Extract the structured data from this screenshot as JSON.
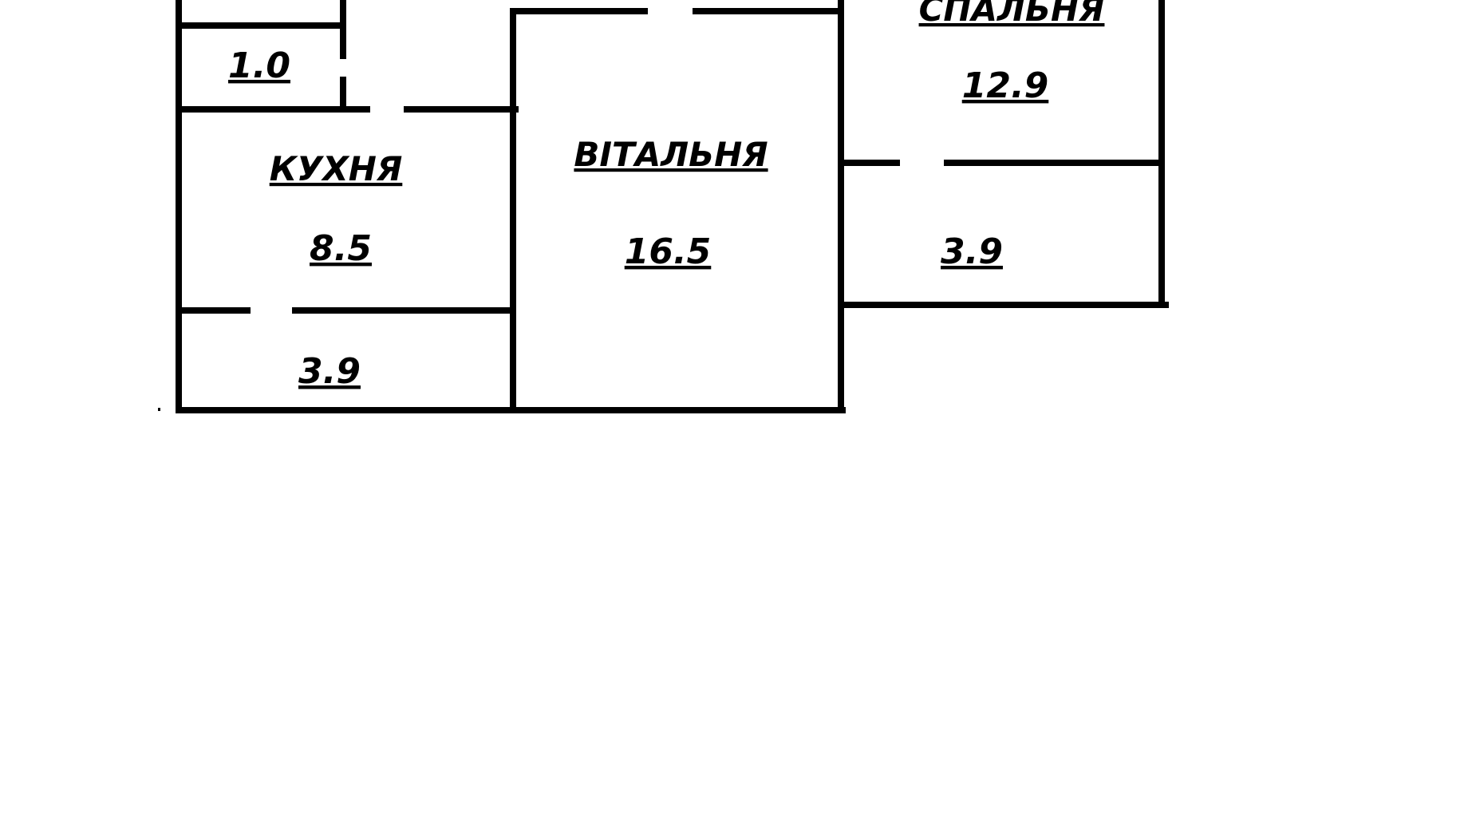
{
  "rooms": [
    {
      "id": "wc",
      "name": "",
      "area": "1.0"
    },
    {
      "id": "kitchen",
      "name": "КУХНЯ",
      "area": "8.5"
    },
    {
      "id": "hall",
      "name": "",
      "area": "3.9"
    },
    {
      "id": "living",
      "name": "ВІТАЛЬНЯ",
      "area": "16.5"
    },
    {
      "id": "bedroom",
      "name": "СПАЛЬНЯ",
      "area": "12.9"
    },
    {
      "id": "balcony",
      "name": "",
      "area": "3.9"
    }
  ],
  "colors": {
    "wall": "#000000",
    "background": "#ffffff"
  }
}
